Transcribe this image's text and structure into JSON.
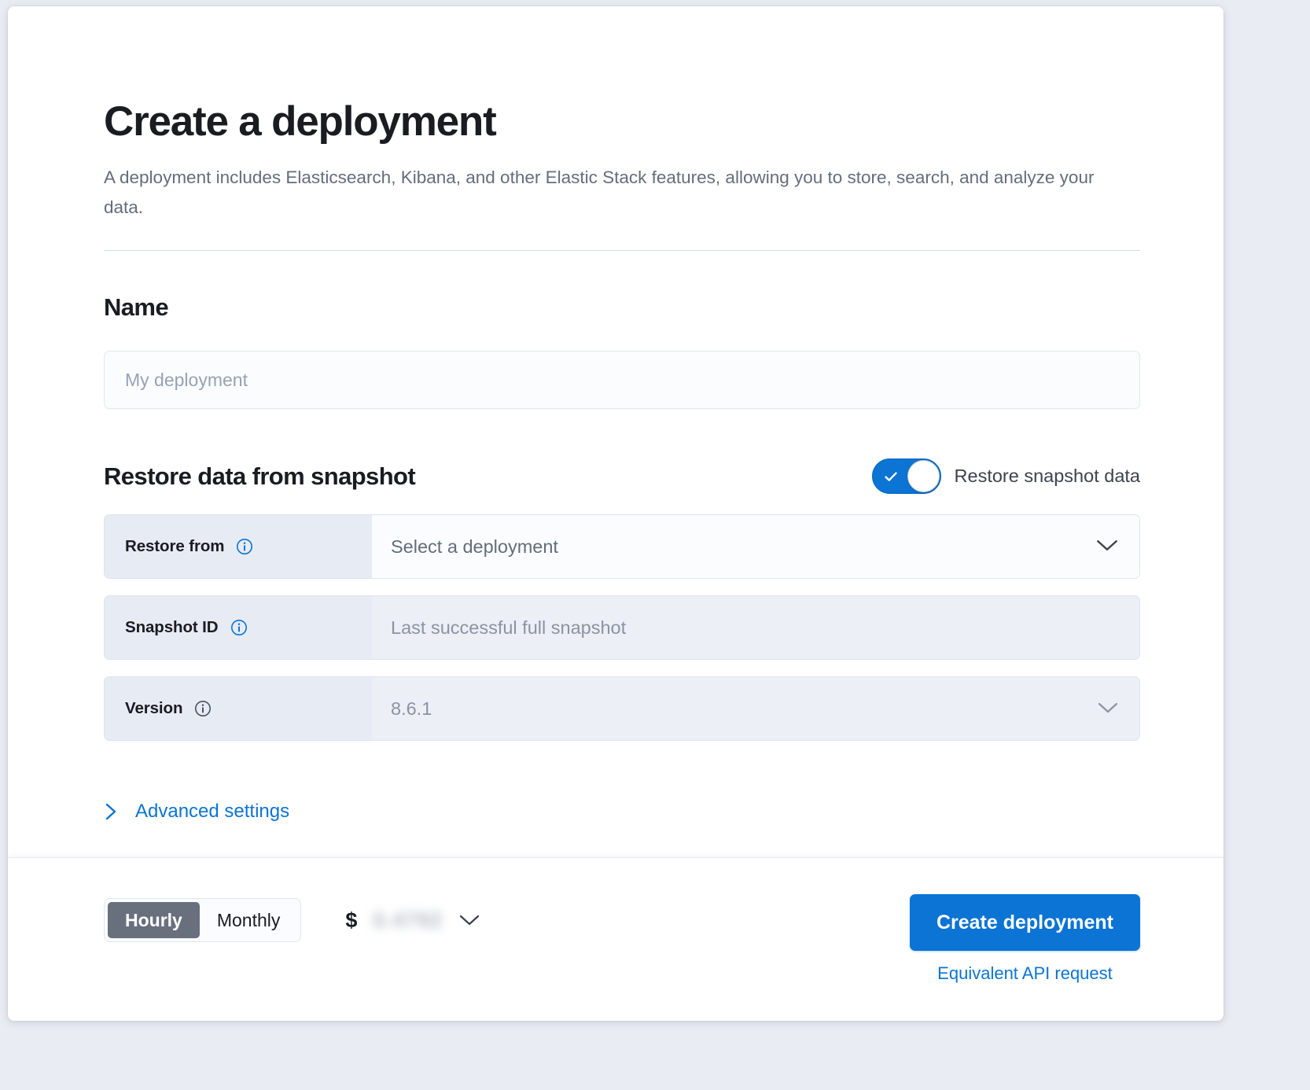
{
  "header": {
    "title": "Create a deployment",
    "subtitle": "A deployment includes Elasticsearch, Kibana, and other Elastic Stack features, allowing you to store, search, and analyze your data."
  },
  "name_section": {
    "title": "Name",
    "input_value": "",
    "input_placeholder": "My deployment"
  },
  "restore_section": {
    "title": "Restore data from snapshot",
    "toggle_label": "Restore snapshot data",
    "toggle_on": true,
    "rows": [
      {
        "label": "Restore from",
        "value": "Select a deployment",
        "has_info": true,
        "has_chevron": true,
        "disabled": false
      },
      {
        "label": "Snapshot ID",
        "value": "Last successful full snapshot",
        "has_info": true,
        "has_chevron": false,
        "disabled": true
      },
      {
        "label": "Version",
        "value": "8.6.1",
        "has_info": true,
        "has_chevron": true,
        "disabled": true
      }
    ],
    "advanced_settings_label": "Advanced settings"
  },
  "footer": {
    "billing_options": [
      "Hourly",
      "Monthly"
    ],
    "billing_selected": "Hourly",
    "price_currency": "$",
    "price_value": "0.4792",
    "price_blurred": true,
    "create_button": "Create deployment",
    "api_link": "Equivalent API request"
  },
  "colors": {
    "accent": "#0b74d4",
    "heading": "#1a1c21",
    "muted_text": "#646d7c",
    "label_bg": "#e7ebf4",
    "disabled_bg": "#eceff5",
    "segment_active_bg": "#69707d"
  }
}
